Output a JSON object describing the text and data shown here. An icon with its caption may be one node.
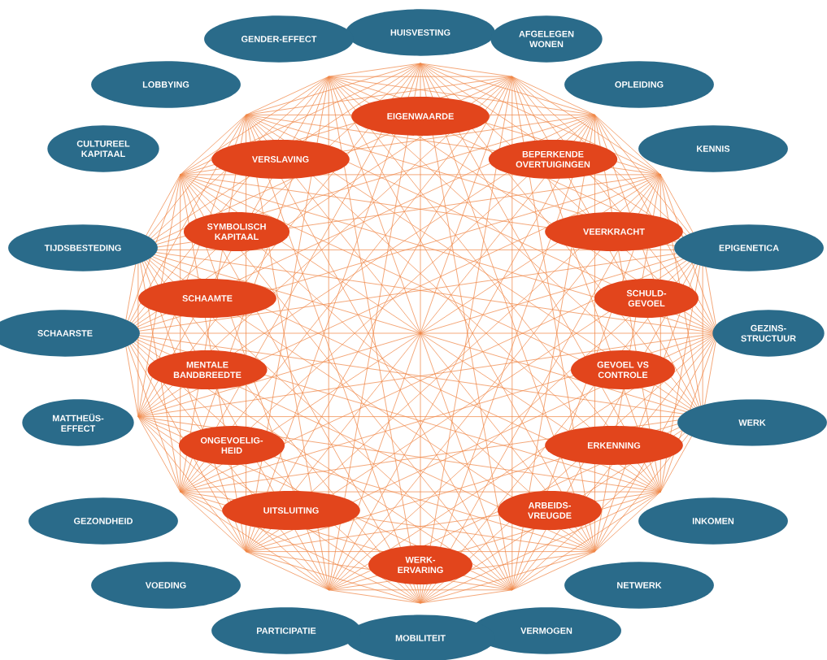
{
  "diagram": {
    "nodes": [
      {
        "text": [
          "HUISVESTING"
        ]
      },
      {
        "text": [
          "AFGELEGEN WONEN"
        ]
      },
      {
        "text": [
          "OPLEIDING"
        ]
      },
      {
        "text": [
          "KENNIS"
        ]
      },
      {
        "text": [
          "EPIGENETICA"
        ]
      },
      {
        "text": [
          "GEZINS-STRUCTUUR"
        ]
      },
      {
        "text": [
          "WERK"
        ]
      },
      {
        "text": [
          "INKOMEN"
        ]
      },
      {
        "text": [
          "NETWERK"
        ]
      },
      {
        "text": [
          "VERMOGEN"
        ]
      },
      {
        "text": [
          "MOBILITEIT"
        ]
      },
      {
        "text": [
          "PARTICIPATIE"
        ]
      },
      {
        "text": [
          "VOEDING"
        ]
      },
      {
        "text": [
          "GEZONDHEID"
        ]
      },
      {
        "text": [
          "MATTHEÜS-EFFECT"
        ]
      },
      {
        "text": [
          "SCHAARSTE"
        ]
      },
      {
        "text": [
          "TIJDSBESTEDING"
        ]
      },
      {
        "text": [
          "CULTUREEL KAPITAAL"
        ]
      },
      {
        "text": [
          "LOBBYING"
        ]
      },
      {
        "text": [
          "GENDER-EFFECT"
        ]
      },
      {
        "text": [
          "EIGENWAARDE"
        ]
      },
      {
        "text": [
          "BEPERKENDE OVERTUIGINGEN"
        ]
      },
      {
        "text": [
          "VEERKRACHT"
        ]
      },
      {
        "text": [
          "SCHULD-GEVOEL"
        ]
      },
      {
        "text": [
          "GEVOEL VS CONTROLE"
        ]
      },
      {
        "text": [
          "ERKENNING"
        ]
      },
      {
        "text": [
          "ARBEIDS-VREUGDE"
        ]
      },
      {
        "text": [
          "WERK-ERVARING"
        ]
      },
      {
        "text": [
          "UITSLUITING"
        ]
      },
      {
        "text": [
          "ONGEVOELIG-HEID"
        ]
      },
      {
        "text": [
          "MENTALE BANDBREEDTE"
        ]
      },
      {
        "text": [
          "SCHAAMTE"
        ]
      },
      {
        "text": [
          "SYMBOLISCH KAPITAAL"
        ]
      },
      {
        "text": [
          "VERSLAVING"
        ]
      }
    ]
  }
}
